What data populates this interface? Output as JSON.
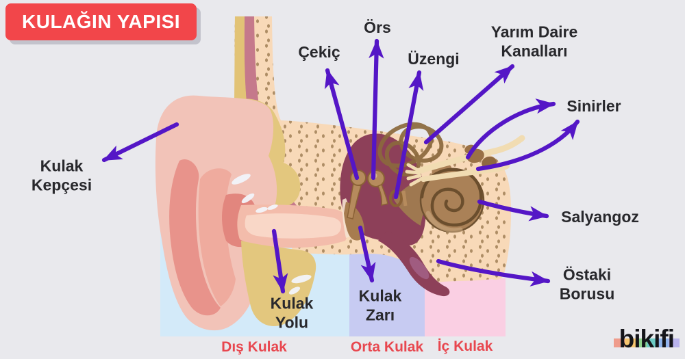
{
  "title": {
    "text": "KULAĞIN YAPISI"
  },
  "labels": [
    {
      "id": "kulak-kepcesi",
      "text": "Kulak\nKepçesi"
    },
    {
      "id": "cekic",
      "text": "Çekiç"
    },
    {
      "id": "ors",
      "text": "Örs"
    },
    {
      "id": "uzengi",
      "text": "Üzengi"
    },
    {
      "id": "yarim-daire",
      "text": "Yarım Daire\nKanalları"
    },
    {
      "id": "sinirler",
      "text": "Sinirler"
    },
    {
      "id": "salyangoz",
      "text": "Salyangoz"
    },
    {
      "id": "ostaki",
      "text": "Östaki\nBorusu"
    },
    {
      "id": "kulak-yolu",
      "text": "Kulak\nYolu"
    },
    {
      "id": "kulak-zari",
      "text": "Kulak\nZarı"
    }
  ],
  "regions": [
    {
      "id": "dis-kulak",
      "text": "Dış Kulak",
      "color": "#D3EAF9"
    },
    {
      "id": "orta-kulak",
      "text": "Orta Kulak",
      "color": "#C7CBF2"
    },
    {
      "id": "ic-kulak",
      "text": "İç Kulak",
      "color": "#FACFE3"
    }
  ],
  "logo": {
    "text": "bikifi"
  },
  "colors": {
    "background": "#E9E9ED",
    "title_bg": "#F2464A",
    "title_text": "#FFFFFF",
    "label_text": "#28282C",
    "region_label_text": "#E8474F",
    "arrow": "#5416C6",
    "skin": "#F8D9B8",
    "speckle": "#9B7A50",
    "cartilage_tan": "#E3C77E",
    "pinna_pink": "#F2C3B8",
    "middle_ear_maroon": "#8D4059",
    "cochlea_brown": "#AA8157",
    "nerve_beige": "#F1DCB2",
    "logo_strip": [
      "#EF9C8C",
      "#F6C56E",
      "#8FD38B",
      "#6CCAC4",
      "#8FB5EE",
      "#B9B3EC"
    ]
  }
}
